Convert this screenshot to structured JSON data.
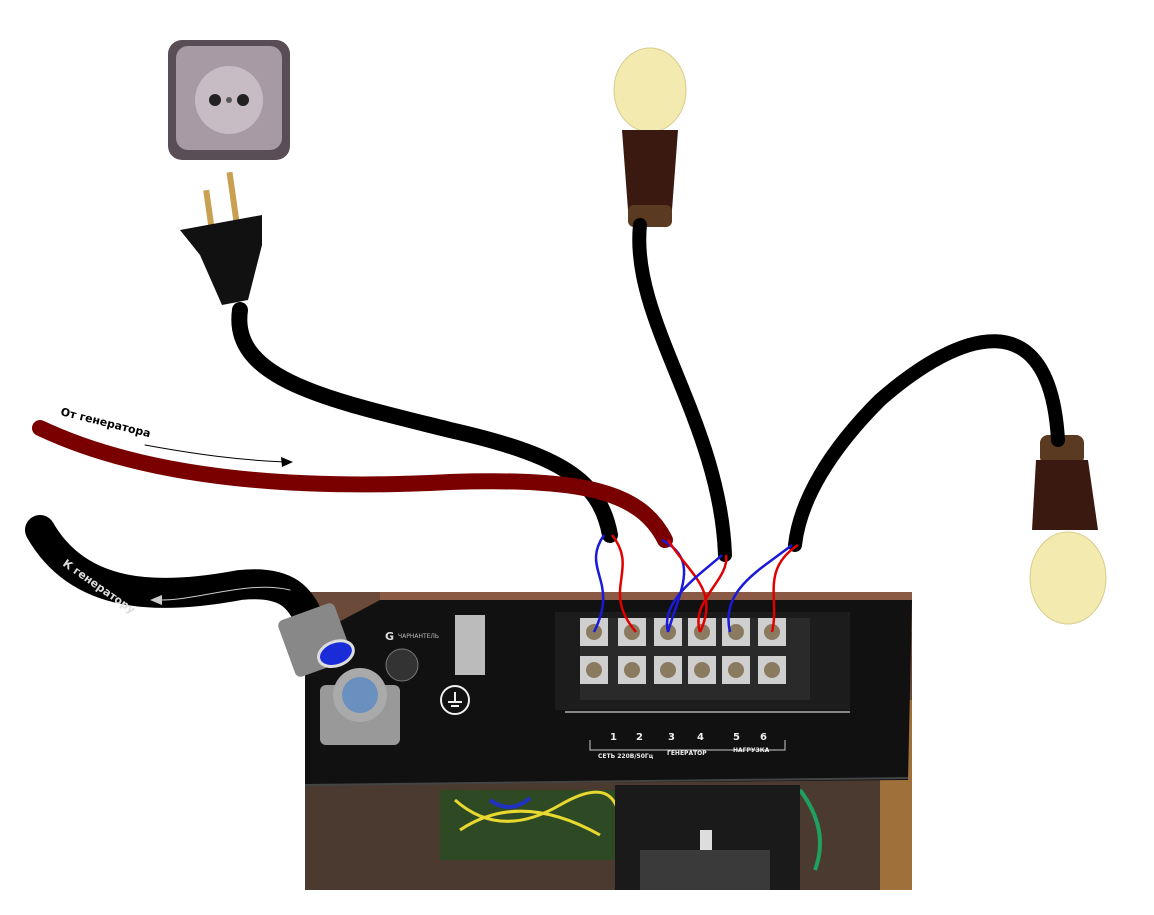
{
  "labels": {
    "from_generator": "От генератора",
    "to_generator": "К генератору"
  },
  "terminal_block": {
    "numbers": [
      "1",
      "2",
      "3",
      "4",
      "5",
      "6"
    ],
    "groups": [
      "СЕТЬ 220В/50Гц",
      "ГЕНЕРАТОР",
      "НАГРУЗКА"
    ]
  },
  "panel_brand": "ЧАРНАНТЕЛЬ",
  "colors": {
    "cable_black": "#000000",
    "cable_red": "#7a0000",
    "wire_red": "#e00000",
    "wire_blue": "#1a1ad8",
    "bulb": "#f3eab0",
    "bulb_base": "#3a1a10",
    "panel": "#111111"
  }
}
